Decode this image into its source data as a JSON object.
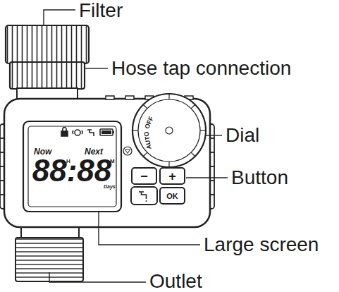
{
  "diagram": {
    "nodes": [
      {
        "text": [
          "Now",
          "Next",
          "88:88",
          "H",
          "M",
          "Days"
        ]
      },
      {
        "text": [
          "OFF",
          "AUTO"
        ]
      },
      {
        "text": [
          "−"
        ]
      },
      {
        "text": [
          "+"
        ]
      },
      {
        "text": [
          "OK"
        ]
      }
    ],
    "labels": [
      "Filter",
      "Hose tap connection",
      "Dial",
      "Button",
      "Large screen",
      "Outlet"
    ]
  }
}
